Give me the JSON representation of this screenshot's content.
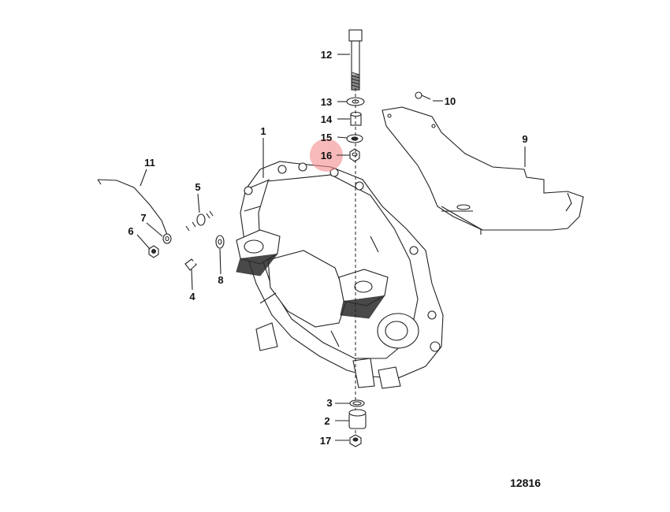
{
  "figure_number": "12816",
  "highlight_color": "#f28a8a",
  "callouts": [
    {
      "label": "1"
    },
    {
      "label": "2"
    },
    {
      "label": "3"
    },
    {
      "label": "4"
    },
    {
      "label": "5"
    },
    {
      "label": "6"
    },
    {
      "label": "7"
    },
    {
      "label": "8"
    },
    {
      "label": "9"
    },
    {
      "label": "10"
    },
    {
      "label": "11"
    },
    {
      "label": "12"
    },
    {
      "label": "13"
    },
    {
      "label": "14"
    },
    {
      "label": "15"
    },
    {
      "label": "16"
    },
    {
      "label": "17"
    }
  ],
  "highlighted_callout": "16"
}
